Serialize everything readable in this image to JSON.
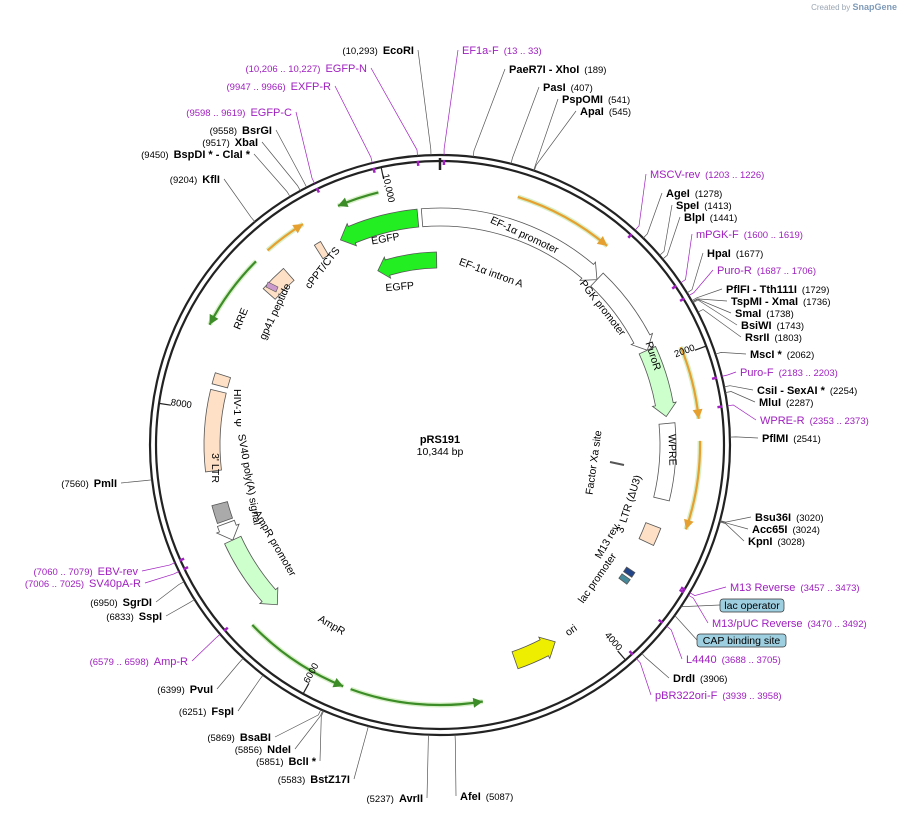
{
  "app": {
    "credit_prefix": "Created by",
    "credit_brand": "SnapGene"
  },
  "plasmid": {
    "name": "pRS191",
    "length": "10,344 bp"
  },
  "ticks": [
    "2000",
    "4000",
    "6000",
    "8000",
    "10,000"
  ],
  "enzymes": [
    {
      "name": "EcoRI",
      "pos": "(10,293)"
    },
    {
      "name": "PaeR7I - XhoI",
      "pos": "(189)"
    },
    {
      "name": "PasI",
      "pos": "(407)"
    },
    {
      "name": "PspOMI",
      "pos": "(541)"
    },
    {
      "name": "ApaI",
      "pos": "(545)"
    },
    {
      "name": "AgeI",
      "pos": "(1278)"
    },
    {
      "name": "SpeI",
      "pos": "(1413)"
    },
    {
      "name": "BlpI",
      "pos": "(1441)"
    },
    {
      "name": "HpaI",
      "pos": "(1677)"
    },
    {
      "name": "PflFI - Tth111I",
      "pos": "(1729)"
    },
    {
      "name": "TspMI - XmaI",
      "pos": "(1736)"
    },
    {
      "name": "SmaI",
      "pos": "(1738)"
    },
    {
      "name": "BsiWI",
      "pos": "(1743)"
    },
    {
      "name": "RsrII",
      "pos": "(1803)"
    },
    {
      "name": "MscI *",
      "pos": "(2062)"
    },
    {
      "name": "CsiI - SexAI *",
      "pos": "(2254)"
    },
    {
      "name": "MluI",
      "pos": "(2287)"
    },
    {
      "name": "PflMI",
      "pos": "(2541)"
    },
    {
      "name": "Bsu36I",
      "pos": "(3020)"
    },
    {
      "name": "Acc65I",
      "pos": "(3024)"
    },
    {
      "name": "KpnI",
      "pos": "(3028)"
    },
    {
      "name": "DrdI",
      "pos": "(3906)"
    },
    {
      "name": "AfeI",
      "pos": "(5087)"
    },
    {
      "name": "AvrII",
      "pos": "(5237)"
    },
    {
      "name": "BstZ17I",
      "pos": "(5583)"
    },
    {
      "name": "BclI *",
      "pos": "(5851)"
    },
    {
      "name": "NdeI",
      "pos": "(5856)"
    },
    {
      "name": "BsaBI",
      "pos": "(5869)"
    },
    {
      "name": "FspI",
      "pos": "(6251)"
    },
    {
      "name": "PvuI",
      "pos": "(6399)"
    },
    {
      "name": "SspI",
      "pos": "(6833)"
    },
    {
      "name": "SgrDI",
      "pos": "(6950)"
    },
    {
      "name": "PmlI",
      "pos": "(7560)"
    },
    {
      "name": "KflI",
      "pos": "(9204)"
    },
    {
      "name": "BspDI * - ClaI *",
      "pos": "(9450)"
    },
    {
      "name": "XbaI",
      "pos": "(9517)"
    },
    {
      "name": "BsrGI",
      "pos": "(9558)"
    }
  ],
  "primers": [
    {
      "name": "EF1a-F",
      "pos": "(13 .. 33)"
    },
    {
      "name": "EGFP-N",
      "pos": "(10,206 .. 10,227)"
    },
    {
      "name": "EXFP-R",
      "pos": "(9947 .. 9966)"
    },
    {
      "name": "EGFP-C",
      "pos": "(9598 .. 9619)"
    },
    {
      "name": "MSCV-rev",
      "pos": "(1203 .. 1226)"
    },
    {
      "name": "mPGK-F",
      "pos": "(1600 .. 1619)"
    },
    {
      "name": "Puro-R",
      "pos": "(1687 .. 1706)"
    },
    {
      "name": "Puro-F",
      "pos": "(2183 .. 2203)"
    },
    {
      "name": "WPRE-R",
      "pos": "(2353 .. 2373)"
    },
    {
      "name": "M13 Reverse",
      "pos": "(3457 .. 3473)"
    },
    {
      "name": "M13/pUC Reverse",
      "pos": "(3470 .. 3492)"
    },
    {
      "name": "L4440",
      "pos": "(3688 .. 3705)"
    },
    {
      "name": "pBR322ori-F",
      "pos": "(3939 .. 3958)"
    },
    {
      "name": "EBV-rev",
      "pos": "(7060 .. 7079)"
    },
    {
      "name": "SV40pA-R",
      "pos": "(7006 .. 7025)"
    },
    {
      "name": "Amp-R",
      "pos": "(6579 .. 6598)"
    }
  ],
  "boxes": [
    "lac operator",
    "CAP binding site"
  ],
  "features": {
    "ef1a_promoter": "EF-1α promoter",
    "ef1a_intron": "EF-1α intron A",
    "egfp_outer": "EGFP",
    "egfp_inner": "EGFP",
    "pgk": "PGK promoter",
    "puror": "PuroR",
    "wpre": "WPRE",
    "factor_xa": "Factor Xa site",
    "ltr3": "3' LTR (ΔU3)",
    "m13rev": "M13 rev",
    "lac": "lac promoter",
    "ori": "ori",
    "ampr": "AmpR",
    "ampr_prom": "AmpR promoter",
    "sv40": "SV40 poly(A) signal",
    "ltr3b": "3' LTR",
    "hiv": "HIV-1 Ψ",
    "rre": "RRE",
    "gp41": "gp41 peptide",
    "cppt": "cPPT/CTS"
  },
  "colors": {
    "primer": "#a020c0",
    "gfp": "#22ee22",
    "ori": "#eeee00",
    "ltr": "#fde0c6",
    "resist": "#ccffcc",
    "orf_arrow": "#e6a030",
    "orf_green": "#3c8c28"
  }
}
